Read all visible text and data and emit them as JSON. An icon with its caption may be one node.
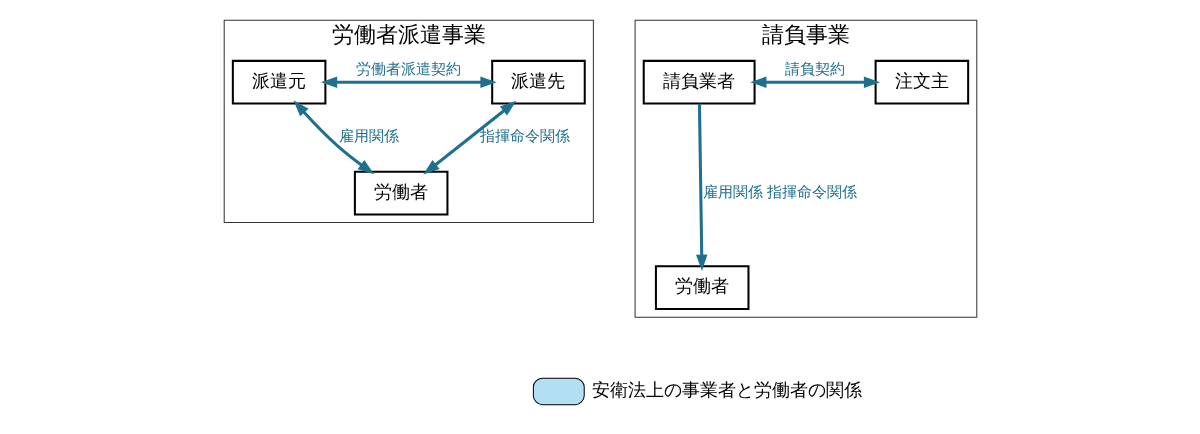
{
  "diagram": {
    "nodes": [
      {
        "text": [
          "労働者派遣事業"
        ]
      },
      {
        "text": [
          "派遣元"
        ],
        "in": 0
      },
      {
        "text": [
          "派遣先"
        ],
        "in": 0
      },
      {
        "text": [
          "労働者"
        ],
        "in": 0
      },
      {
        "text": [
          "請負事業"
        ]
      },
      {
        "text": [
          "請負業者"
        ],
        "in": 4
      },
      {
        "text": [
          "注文主"
        ],
        "in": 4
      },
      {
        "text": [
          "労働者"
        ],
        "in": 4
      }
    ],
    "edges": [
      {
        "from": 1,
        "to": 2,
        "arrow": "both",
        "label": "労働者派遣契約"
      },
      {
        "from": 1,
        "to": 3,
        "arrow": "both",
        "label": "雇用関係"
      },
      {
        "from": 2,
        "to": 3,
        "arrow": "both",
        "label": "指揮命令関係"
      },
      {
        "from": 5,
        "to": 6,
        "arrow": "both",
        "label": "請負契約"
      },
      {
        "from": 5,
        "to": 7,
        "arrow": "to",
        "label": "雇用関係 指揮命令関係"
      }
    ],
    "legend": [
      {
        "text": "安衛法上の事業者と労働者の関係",
        "color": "#b3dff5"
      }
    ]
  }
}
